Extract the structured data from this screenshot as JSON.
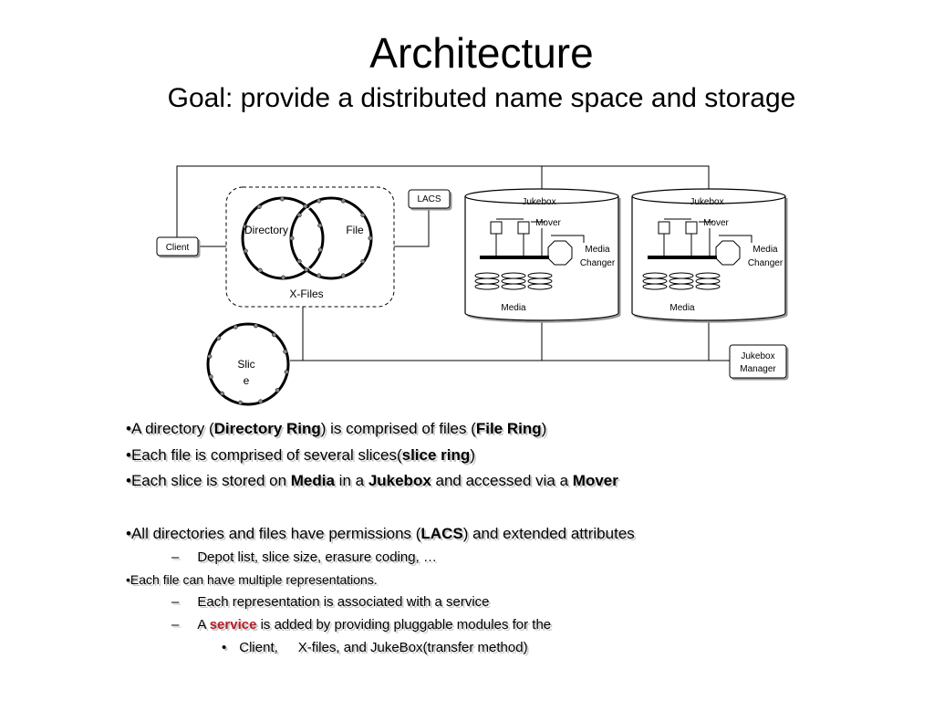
{
  "slide": {
    "title": "Architecture",
    "subtitle": "Goal: provide a distributed name space and storage"
  },
  "diagram": {
    "client_label": "Client",
    "lacs_label": "LACS",
    "xfiles": {
      "directory_label": "Directory",
      "file_label": "File",
      "group_label": "X-Files"
    },
    "slice_label_line1": "Slic",
    "slice_label_line2": "e",
    "jukeboxes": [
      {
        "title": "Jukebox",
        "mover": "Mover",
        "changer_line1": "Media",
        "changer_line2": "Changer",
        "media": "Media"
      },
      {
        "title": "Jukebox",
        "mover": "Mover",
        "changer_line1": "Media",
        "changer_line2": "Changer",
        "media": "Media"
      }
    ],
    "jukebox_manager_line1": "Jukebox",
    "jukebox_manager_line2": "Manager"
  },
  "bullets": {
    "b1": {
      "pre": "•A directory (",
      "bold1": "Directory Ring",
      "mid": ") is comprised of files (",
      "bold2": "File Ring",
      "post": ")"
    },
    "b2": {
      "pre": "•Each file is comprised of several slices(",
      "bold1": "slice ring",
      "post": ")"
    },
    "b3": {
      "pre": "•Each slice is stored on ",
      "bold1": "Media",
      "mid1": " in a ",
      "bold2": "Jukebox",
      "mid2": " and accessed via a ",
      "bold3": "Mover"
    },
    "b4": {
      "pre": "•All directories and files have permissions (",
      "bold1": "LACS",
      "post": ") and extended attributes"
    },
    "b4a": {
      "dash": "–",
      "text": "Depot list, slice size, erasure coding, …"
    },
    "b5": {
      "text": "•Each file can have multiple representations."
    },
    "b5a": {
      "dash": "–",
      "text": "Each representation is associated with a service"
    },
    "b5b": {
      "dash": "–",
      "pre": "A ",
      "service": "service",
      "post": " is added by providing pluggable modules for the"
    },
    "b5c": {
      "dot": "•",
      "text1": "Client,",
      "text2": "X-files, and JukeBox(transfer method)"
    }
  },
  "colors": {
    "service": "#b41e28",
    "shadow": "#c8c8c8"
  }
}
